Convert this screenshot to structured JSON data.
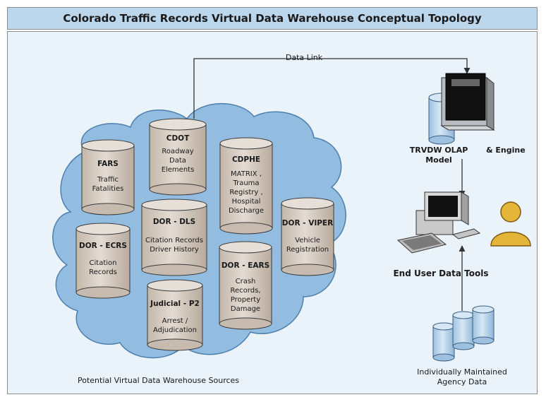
{
  "title": "Colorado Traffic Records Virtual Data Warehouse Conceptual Topology",
  "labels": {
    "data_link": "Data Link",
    "olap": "TRVDW OLAP Model",
    "engine": "& Engine",
    "end_user": "End User Data Tools",
    "agency_data": "Individually Maintained\nAgency Data",
    "sources": "Potential Virtual Data Warehouse Sources"
  },
  "sources": [
    {
      "title": "CDOT",
      "sub": "Roadway\nData\nElements"
    },
    {
      "title": "FARS",
      "sub": "Traffic\nFatalities"
    },
    {
      "title": "CDPHE",
      "sub": "MATRIX ,\nTrauma\nRegistry ,\nHospital\nDischarge"
    },
    {
      "title": "DOR - DLS",
      "sub": "Citation Records\nDriver History"
    },
    {
      "title": "DOR - ECRS",
      "sub": "Citation\nRecords"
    },
    {
      "title": "DOR - VIPER",
      "sub": "Vehicle\nRegistration"
    },
    {
      "title": "DOR - EARS",
      "sub": "Crash\nRecords,\nProperty\nDamage"
    },
    {
      "title": "Judicial - P2",
      "sub": "Arrest /\nAdjudication"
    }
  ],
  "colors": {
    "cylinder_fill": "#d8cfc6",
    "cylinder_stroke": "#3a3a3a",
    "cloud_fill": "#93bde0",
    "db_blue": "#b9d3ea",
    "user_gold": "#e5b53a"
  }
}
